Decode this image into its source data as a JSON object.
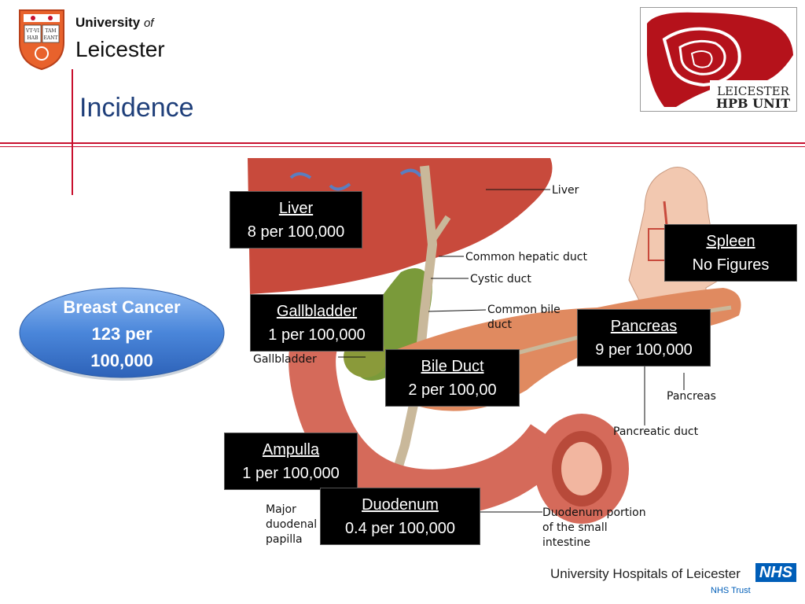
{
  "header": {
    "university_bold": "University",
    "university_italic": "of",
    "university_name": "Leicester",
    "shield_text": [
      "VT·VI",
      "TAM",
      "HAB",
      "EANT"
    ],
    "page_title": "Incidence"
  },
  "hpb_logo": {
    "line1": "LEICESTER",
    "line2": "HPB UNIT"
  },
  "illustration_labels": {
    "liver": "Liver",
    "common_hepatic_duct": "Common hepatic duct",
    "cystic_duct": "Cystic duct",
    "common_bile_duct_1": "Common bile",
    "common_bile_duct_2": "duct",
    "gallbladder": "Gallbladder",
    "pancreas": "Pancreas",
    "pancreatic_duct": "Pancreatic duct",
    "major_papilla_1": "Major",
    "major_papilla_2": "duodenal",
    "major_papilla_3": "papilla",
    "duodenum_1": "Duodenum portion",
    "duodenum_2": "of the small",
    "duodenum_3": "intestine"
  },
  "boxes": {
    "liver": {
      "title": "Liver",
      "value": "8 per 100,000"
    },
    "spleen": {
      "title": "Spleen",
      "value": "No Figures"
    },
    "gallbladder": {
      "title": "Gallbladder",
      "value": "1 per 100,000"
    },
    "pancreas": {
      "title": "Pancreas",
      "value": "9 per 100,000"
    },
    "bile_duct": {
      "title": "Bile Duct",
      "value": "2 per 100,00"
    },
    "ampulla": {
      "title": "Ampulla",
      "value": "1 per 100,000"
    },
    "duodenum": {
      "title": "Duodenum",
      "value": "0.4 per 100,000"
    }
  },
  "breast_cancer": {
    "line1": "Breast Cancer",
    "line2": "123 per",
    "line3": "100,000"
  },
  "footer": {
    "hospital": "University Hospitals of Leicester",
    "nhs": "NHS",
    "trust": "NHS Trust"
  },
  "colors": {
    "accent_red": "#c8102e",
    "title_blue": "#1f3f7a",
    "nhs_blue": "#005eb8",
    "liver_red": "#c84a3c",
    "pancreas_orange": "#e08a60",
    "bubble_blue": "#3f7fd6"
  }
}
